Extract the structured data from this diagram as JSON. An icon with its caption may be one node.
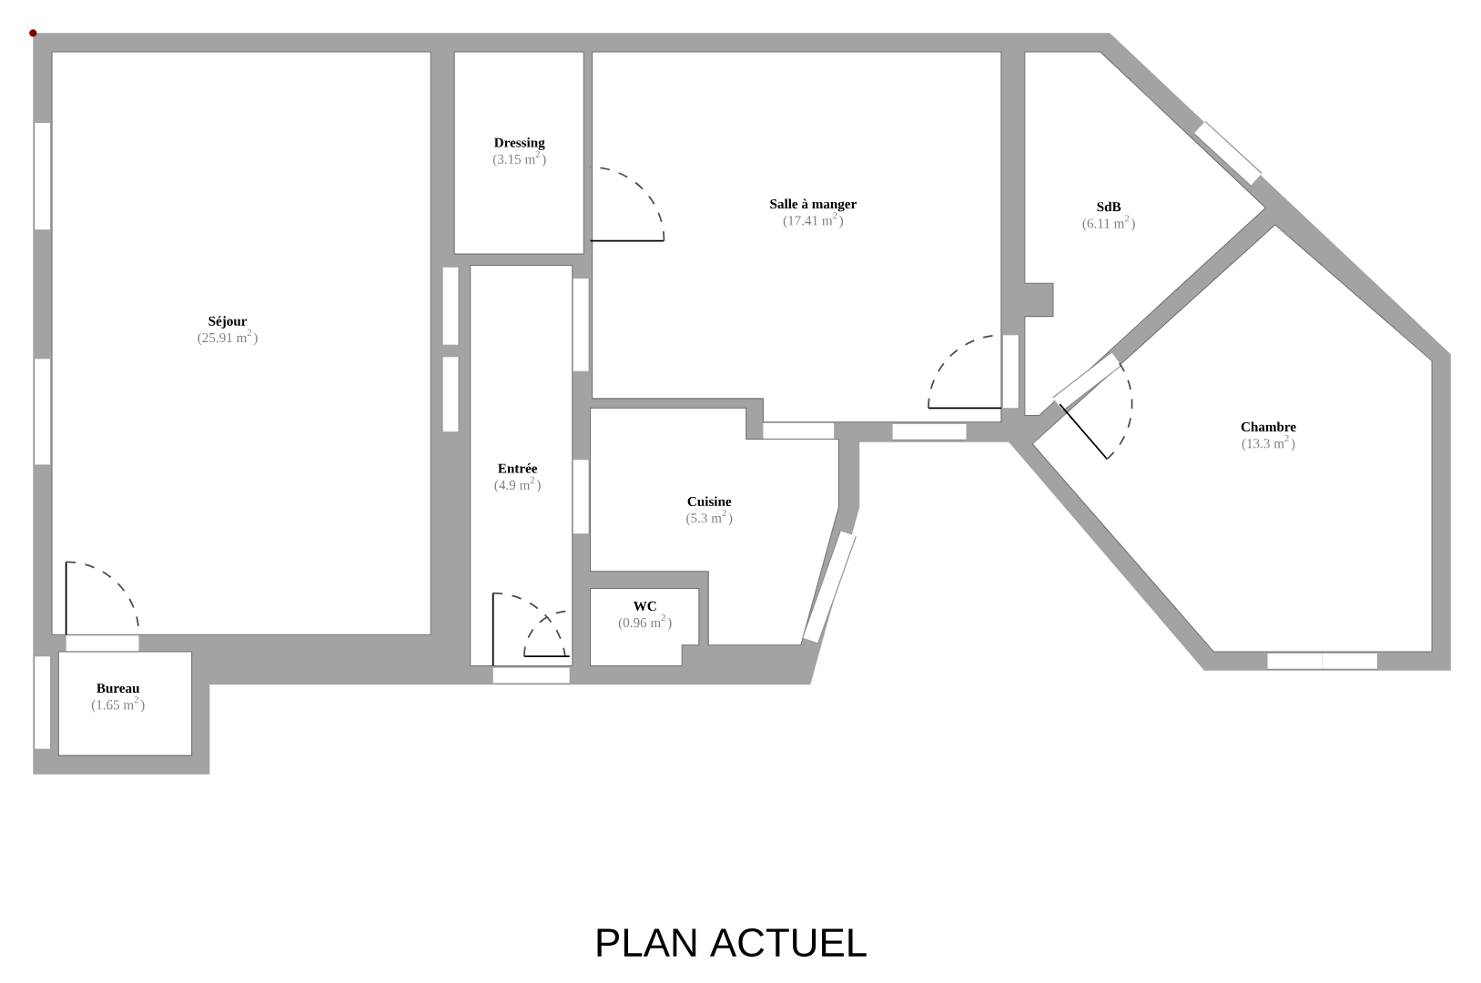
{
  "diagram": {
    "caption": "PLAN ACTUEL",
    "nodes": [
      {
        "text": [
          "Dressing",
          "(3.15 m$^{2}$)"
        ]
      },
      {
        "text": [
          "Salle à manger",
          "(17.41 m$^{2}$)"
        ]
      },
      {
        "text": [
          "SdB",
          "(6.11 m$^{2}$)"
        ]
      },
      {
        "text": [
          "Séjour",
          "(25.91 m$^{2}$)"
        ]
      },
      {
        "text": [
          "Chambre",
          "(13.3 m$^{2}$)"
        ]
      },
      {
        "text": [
          "Entrée",
          "(4.9 m$^{2}$)"
        ]
      },
      {
        "text": [
          "Cuisine",
          "(5.3 m$^{2}$)"
        ]
      },
      {
        "text": [
          "WC",
          "(0.96 m$^{2}$)"
        ]
      },
      {
        "text": [
          "Bureau",
          "(1.65 m$^{2}$)"
        ]
      }
    ]
  }
}
